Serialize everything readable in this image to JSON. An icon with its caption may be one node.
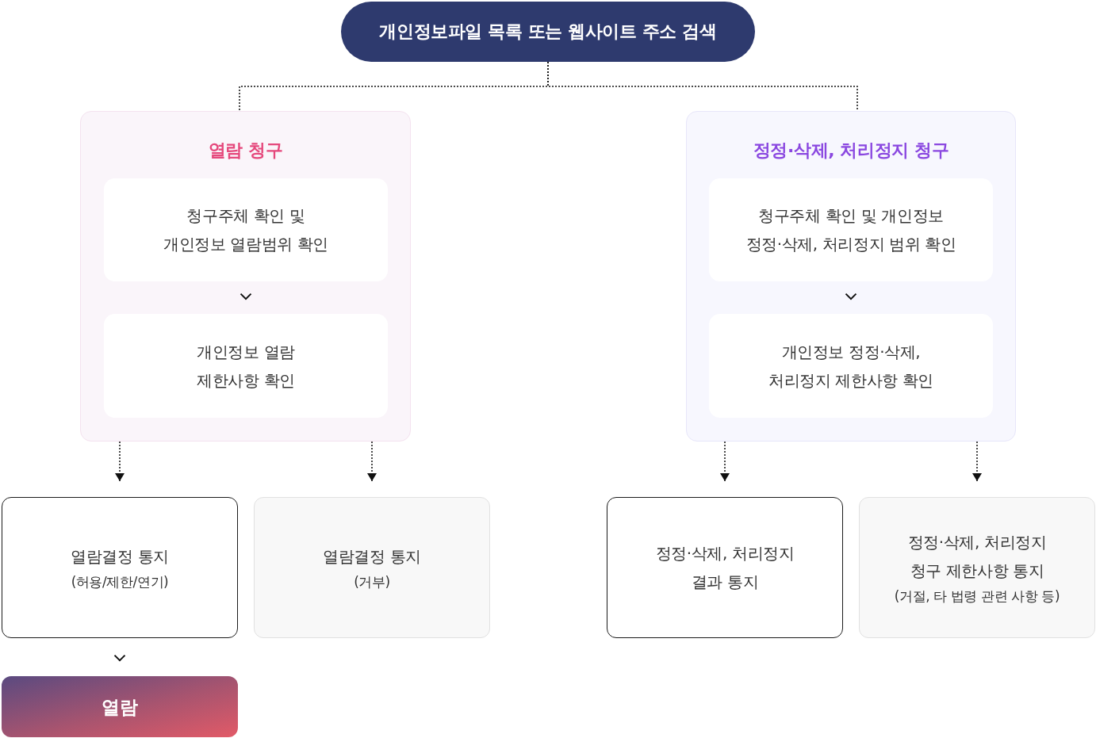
{
  "diagram": {
    "nodes": [
      {
        "text": [
          "개인정보파일 목록 또는 웹사이트 주소 검색"
        ]
      },
      {
        "text": [
          "열람 청구"
        ]
      },
      {
        "text": [
          "청구주체 확인 및 개인정보 열람범위 확인"
        ],
        "in": 1
      },
      {
        "text": [
          "개인정보 열람 제한사항 확인"
        ],
        "in": 1
      },
      {
        "text": [
          "정정·삭제, 처리정지 청구"
        ]
      },
      {
        "text": [
          "청구주체 확인 및 개인정보 정정·삭제, 처리정지 범위 확인"
        ],
        "in": 4
      },
      {
        "text": [
          "개인정보 정정·삭제, 처리정지 제한사항 확인"
        ],
        "in": 4
      },
      {
        "text": [
          "열람결정 통지",
          "(허용/제한/연기)"
        ]
      },
      {
        "text": [
          "열람결정 통지",
          "(거부)"
        ]
      },
      {
        "text": [
          "정정·삭제, 처리정지 결과 통지"
        ]
      },
      {
        "text": [
          "정정·삭제, 처리정지 청구 제한사항 통지",
          "(거절, 타 법령 관련 사항 등)"
        ]
      },
      {
        "text": [
          "열람"
        ]
      }
    ],
    "edges": [
      {
        "from": 0,
        "to": 1,
        "arrow": "none",
        "style": "dashed"
      },
      {
        "from": 0,
        "to": 4,
        "arrow": "none",
        "style": "dashed"
      },
      {
        "from": 2,
        "to": 3,
        "arrow": "to"
      },
      {
        "from": 5,
        "to": 6,
        "arrow": "to"
      },
      {
        "from": 1,
        "to": 7,
        "arrow": "to",
        "style": "dashed"
      },
      {
        "from": 1,
        "to": 8,
        "arrow": "to",
        "style": "dashed"
      },
      {
        "from": 4,
        "to": 9,
        "arrow": "to",
        "style": "dashed"
      },
      {
        "from": 4,
        "to": 10,
        "arrow": "to",
        "style": "dashed"
      },
      {
        "from": 7,
        "to": 11,
        "arrow": "to"
      }
    ]
  }
}
